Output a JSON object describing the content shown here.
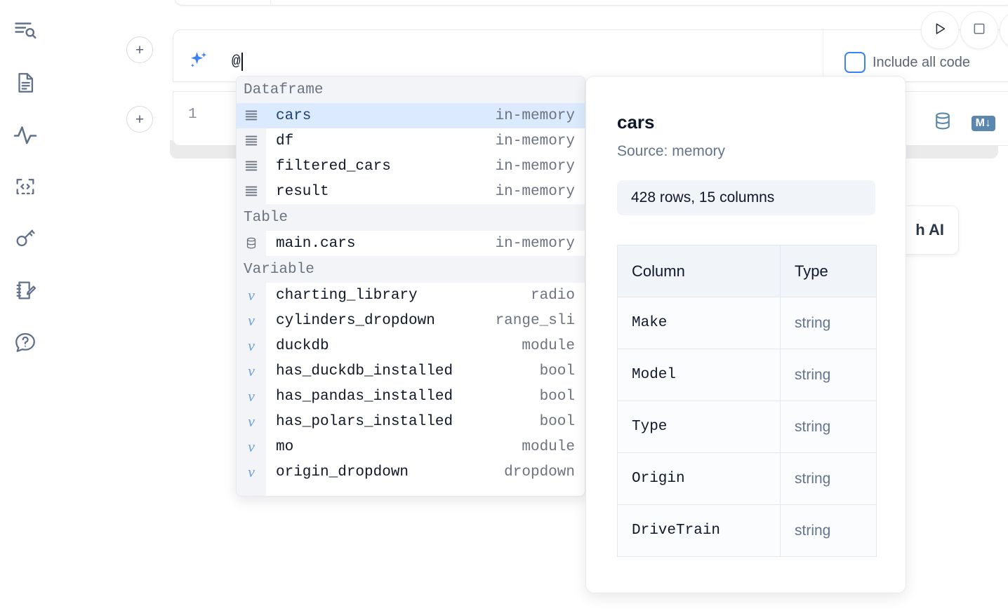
{
  "rail": {
    "items": [
      {
        "name": "outline-search-icon",
        "label": "Explore"
      },
      {
        "name": "file-document-icon",
        "label": "Notebook files"
      },
      {
        "name": "activity-pulse-icon",
        "label": "Variables"
      },
      {
        "name": "code-brackets-icon",
        "label": "Snippets"
      },
      {
        "name": "key-icon",
        "label": "Secrets"
      },
      {
        "name": "notepad-pencil-icon",
        "label": "Scratchpad"
      },
      {
        "name": "help-chat-icon",
        "label": "Help"
      }
    ]
  },
  "toolbar": {
    "run_label": "Run",
    "stop_label": "Interrupt",
    "include_all_code_label": "Include all code",
    "include_all_code_checked": false,
    "accent_color": "#3b82f6"
  },
  "ai_prompt": {
    "icon": "sparkle-icon",
    "value": "@",
    "placeholder": ""
  },
  "cell": {
    "line_number": "1",
    "database_icon": "database-icon",
    "markdown_badge": "M↓"
  },
  "with_ai_button": {
    "label": "h AI"
  },
  "autocomplete": {
    "groups": [
      {
        "label": "Dataframe",
        "items": [
          {
            "icon": "dataframe-icon",
            "name": "cars",
            "type": "in-memory",
            "selected": true
          },
          {
            "icon": "dataframe-icon",
            "name": "df",
            "type": "in-memory",
            "selected": false
          },
          {
            "icon": "dataframe-icon",
            "name": "filtered_cars",
            "type": "in-memory",
            "selected": false
          },
          {
            "icon": "dataframe-icon",
            "name": "result",
            "type": "in-memory",
            "selected": false
          }
        ]
      },
      {
        "label": "Table",
        "items": [
          {
            "icon": "table-icon",
            "name": "main.cars",
            "type": "in-memory",
            "selected": false
          }
        ]
      },
      {
        "label": "Variable",
        "items": [
          {
            "icon": "variable-icon",
            "name": "charting_library",
            "type": "radio",
            "selected": false
          },
          {
            "icon": "variable-icon",
            "name": "cylinders_dropdown",
            "type": "range_sli",
            "selected": false
          },
          {
            "icon": "variable-icon",
            "name": "duckdb",
            "type": "module",
            "selected": false
          },
          {
            "icon": "variable-icon",
            "name": "has_duckdb_installed",
            "type": "bool",
            "selected": false
          },
          {
            "icon": "variable-icon",
            "name": "has_pandas_installed",
            "type": "bool",
            "selected": false
          },
          {
            "icon": "variable-icon",
            "name": "has_polars_installed",
            "type": "bool",
            "selected": false
          },
          {
            "icon": "variable-icon",
            "name": "mo",
            "type": "module",
            "selected": false
          },
          {
            "icon": "variable-icon",
            "name": "origin_dropdown",
            "type": "dropdown",
            "selected": false
          }
        ]
      }
    ],
    "highlight_color": "#dbeafe"
  },
  "doc_panel": {
    "title": "cars",
    "source": "Source: memory",
    "summary": "428 rows, 15 columns",
    "table": {
      "headers": [
        "Column",
        "Type"
      ],
      "rows": [
        [
          "Make",
          "string"
        ],
        [
          "Model",
          "string"
        ],
        [
          "Type",
          "string"
        ],
        [
          "Origin",
          "string"
        ],
        [
          "DriveTrain",
          "string"
        ]
      ]
    }
  }
}
